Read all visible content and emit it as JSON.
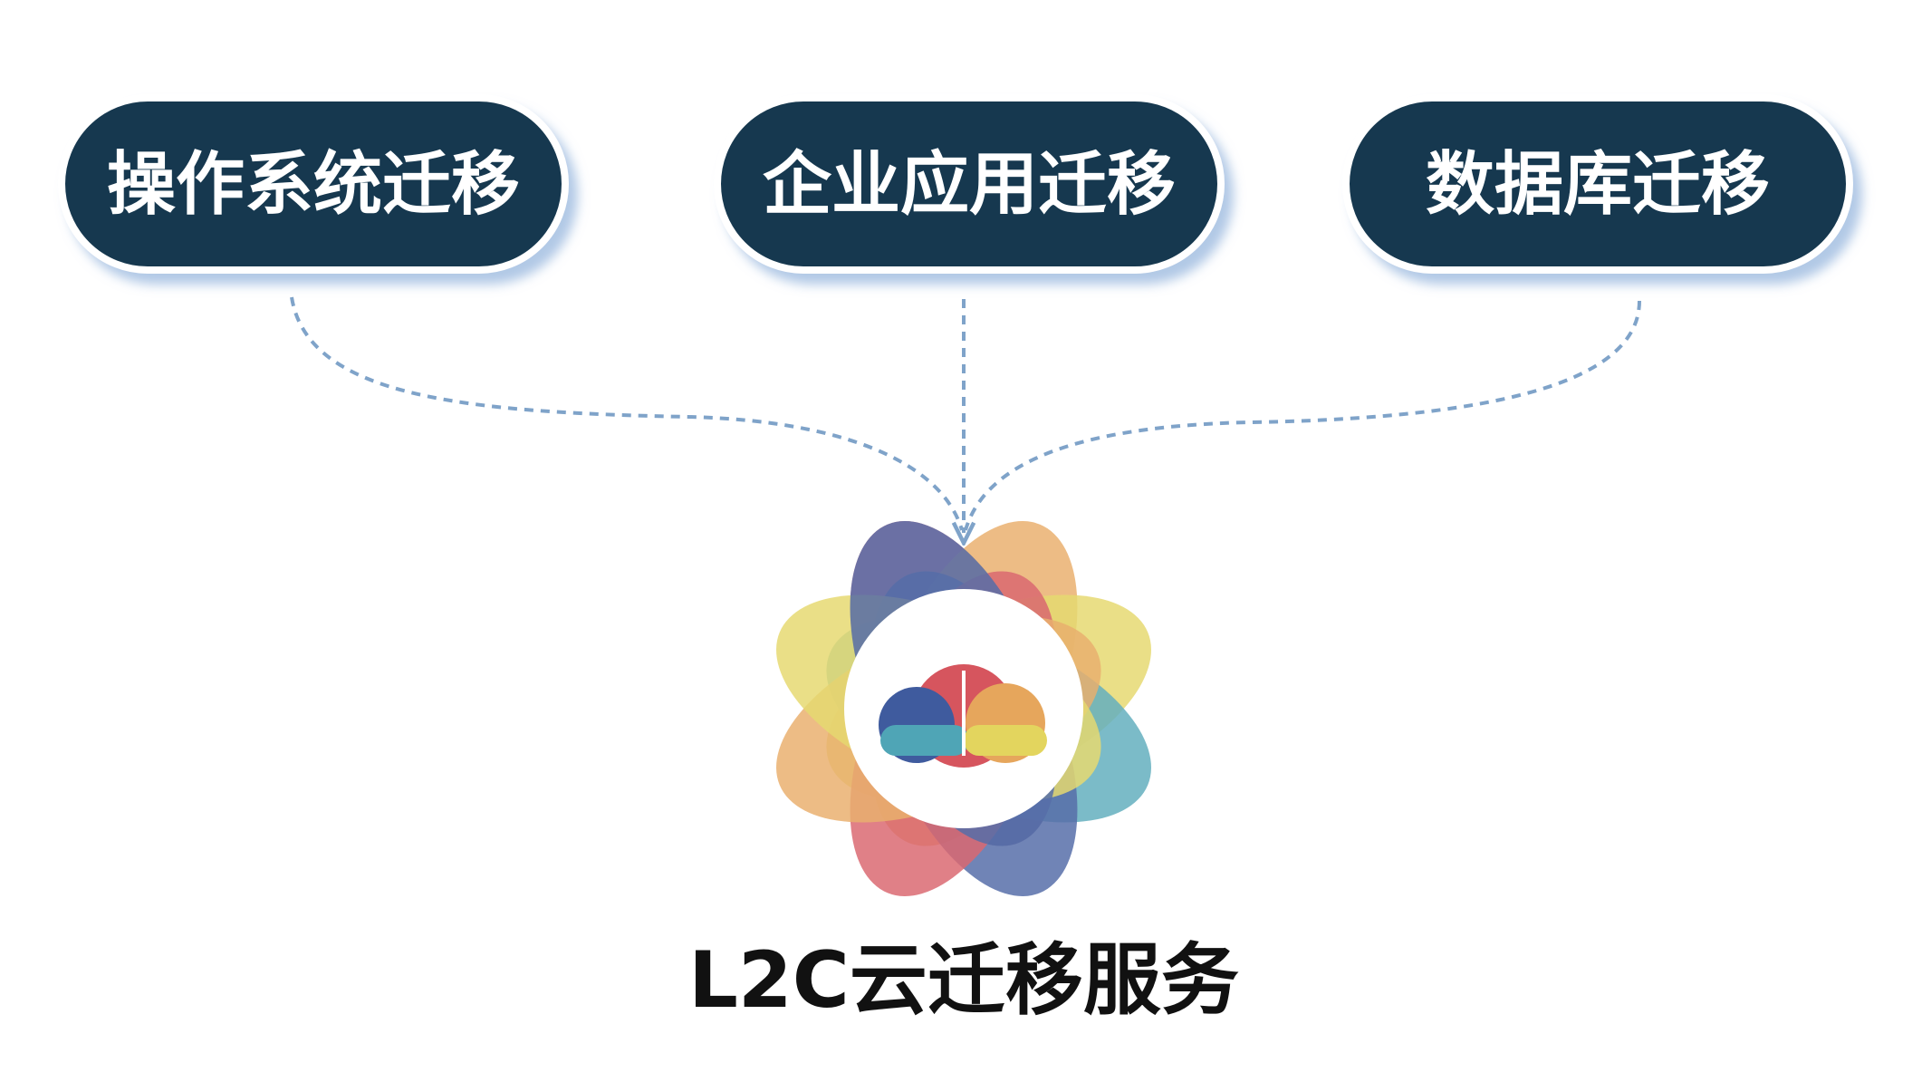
{
  "sources": [
    {
      "id": "os",
      "label": "操作系统迁移"
    },
    {
      "id": "app",
      "label": "企业应用迁移"
    },
    {
      "id": "db",
      "label": "数据库迁移"
    }
  ],
  "target": {
    "label": "L2C云迁移服务",
    "logo_icon": "flower-cloud-logo-icon"
  },
  "colors": {
    "pill_fill": "#17394f",
    "pill_border": "#ffffff",
    "pill_shadow": "#a9c3e3",
    "connector": "#7fa3c9",
    "petal_red": "#d6555e",
    "petal_orange": "#e6a65c",
    "petal_yellow": "#e3d55e",
    "petal_teal": "#4fa5b6",
    "petal_blue": "#3f5b9e"
  }
}
